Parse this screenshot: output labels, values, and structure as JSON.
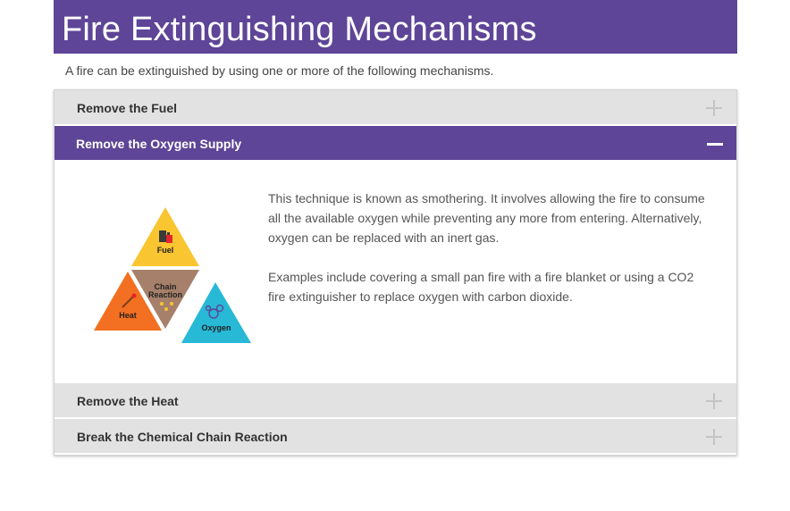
{
  "page": {
    "title": "Fire Extinguishing Mechanisms",
    "intro": "A fire can be extinguished by using one or more of the following mechanisms."
  },
  "accordion": {
    "items": [
      {
        "label": "Remove the Fuel",
        "state": "collapsed"
      },
      {
        "label": "Remove the Oxygen Supply",
        "state": "expanded",
        "paragraphs": [
          "This technique is known as smothering. It involves allowing the fire to consume all the available oxygen while preventing any more from entering. Alternatively, oxygen can be replaced with an inert gas.",
          "Examples include covering a small pan fire with a fire blanket or using a CO2 fire extinguisher to replace oxygen with carbon dioxide."
        ],
        "image": {
          "labels": {
            "fuel": "Fuel",
            "chain": "Chain",
            "reaction": "Reaction",
            "heat": "Heat",
            "oxygen": "Oxygen"
          }
        }
      },
      {
        "label": "Remove the Heat",
        "state": "collapsed"
      },
      {
        "label": "Break the Chemical Chain Reaction",
        "state": "collapsed"
      }
    ]
  },
  "colors": {
    "accent": "#5e4597",
    "header_bg": "#e2e2e2",
    "fuel": "#f9c530",
    "chain": "#a6806a",
    "heat": "#f36f21",
    "oxygen": "#27b9d6"
  },
  "icons": {
    "expand": "plus-icon",
    "collapse": "minus-icon",
    "fuel": "fuel-can-icon",
    "heat": "match-icon",
    "oxygen": "bubbles-icon"
  }
}
